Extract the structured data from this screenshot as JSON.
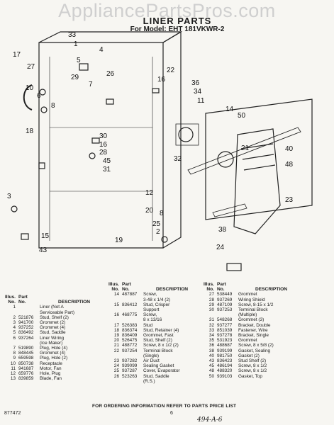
{
  "watermark": "AppliancePartsPros.com",
  "title": "LINER PARTS",
  "model": "For Model: EHT 181VKWR-2",
  "callouts": [
    "33",
    "1",
    "17",
    "4",
    "27",
    "5",
    "26",
    "10",
    "7",
    "29",
    "8",
    "6",
    "22",
    "18",
    "16",
    "36",
    "14",
    "34",
    "11",
    "50",
    "32",
    "21",
    "30",
    "16",
    "28",
    "45",
    "31",
    "40",
    "48",
    "23",
    "12",
    "20",
    "8",
    "2",
    "25",
    "38",
    "15",
    "19",
    "43",
    "24",
    "3"
  ],
  "table_headers": {
    "illus": "Illus.",
    "no": "No.",
    "part": "Part",
    "part_no": "No.",
    "desc": "DESCRIPTION"
  },
  "col1": [
    [
      "1",
      "",
      "Liner (Not A"
    ],
    [
      "",
      "",
      "Serviceable Part)"
    ],
    [
      "2",
      "521876",
      "Stud, Shelf (2)"
    ],
    [
      "3",
      "941700",
      "Grommet (2)"
    ],
    [
      "4",
      "937252",
      "Grommet (4)"
    ],
    [
      "5",
      "836492",
      "Stud, Saddle"
    ],
    [
      "6",
      "937264",
      "Liner Wiring"
    ],
    [
      "",
      "",
      "(Ice Maker)"
    ],
    [
      "7",
      "519890",
      "Plug, Hole (4)"
    ],
    [
      "8",
      "848445",
      "Grommet (4)"
    ],
    [
      "9",
      "659598",
      "Plug, Hole (2)"
    ],
    [
      "10",
      "850738",
      "Receptacle"
    ],
    [
      "11",
      "941687",
      "Motor, Fan"
    ],
    [
      "12",
      "659776",
      "Hole, Plug"
    ],
    [
      "13",
      "839859",
      "Blade, Fan"
    ]
  ],
  "col2": [
    [
      "14",
      "487887",
      "Screw,"
    ],
    [
      "",
      "",
      "3-48 x 1/4 (2)"
    ],
    [
      "15",
      "836412",
      "Stud, Crisper"
    ],
    [
      "",
      "",
      "Support"
    ],
    [
      "16",
      "468775",
      "Screw,"
    ],
    [
      "",
      "",
      "8 x 13/16"
    ],
    [
      "17",
      "526383",
      "Stud"
    ],
    [
      "18",
      "836374",
      "Stud, Retainer (4)"
    ],
    [
      "19",
      "836409",
      "Grommet, Fast"
    ],
    [
      "20",
      "526475",
      "Stud, Shelf (2)"
    ],
    [
      "21",
      "488772",
      "Screw, 8 x 1/2 (2)"
    ],
    [
      "22",
      "937254",
      "Terminal Block"
    ],
    [
      "",
      "",
      "(Single)"
    ],
    [
      "23",
      "937282",
      "Air Duct"
    ],
    [
      "24",
      "939099",
      "Sealing Gasket"
    ],
    [
      "25",
      "937287",
      "Cover, Evaporator"
    ],
    [
      "26",
      "523263",
      "Stud, Saddle"
    ],
    [
      "",
      "",
      "(R.S.)"
    ]
  ],
  "col3": [
    [
      "27",
      "538449",
      "Grommet"
    ],
    [
      "28",
      "937269",
      "Wiring Shield"
    ],
    [
      "29",
      "487109",
      "Screw, 8-15 x 1/2"
    ],
    [
      "30",
      "937253",
      "Terminal Block"
    ],
    [
      "",
      "",
      "(Multiple)"
    ],
    [
      "31",
      "548268",
      "Grommet (3)"
    ],
    [
      "32",
      "937277",
      "Bracket, Double"
    ],
    [
      "33",
      "851039",
      "Fastener, Wire"
    ],
    [
      "34",
      "937278",
      "Bracket, Single"
    ],
    [
      "35",
      "531923",
      "Grommet"
    ],
    [
      "36",
      "488687",
      "Screw, 8 x 5/8 (2)"
    ],
    [
      "38",
      "939199",
      "Gasket, Sealing"
    ],
    [
      "40",
      "981750",
      "Gasket (2)"
    ],
    [
      "43",
      "836423",
      "Stud Shelf (2)"
    ],
    [
      "45",
      "486194",
      "Screw, 8 x 1/2"
    ],
    [
      "48",
      "488320",
      "Screw, 8 x 1/2"
    ],
    [
      "50",
      "939103",
      "Gasket, Top"
    ]
  ],
  "footer": "FOR ORDERING INFORMATION REFER TO PARTS PRICE LIST",
  "page_number": "6",
  "doc_code": "877472",
  "handwritten": "494-A-6"
}
